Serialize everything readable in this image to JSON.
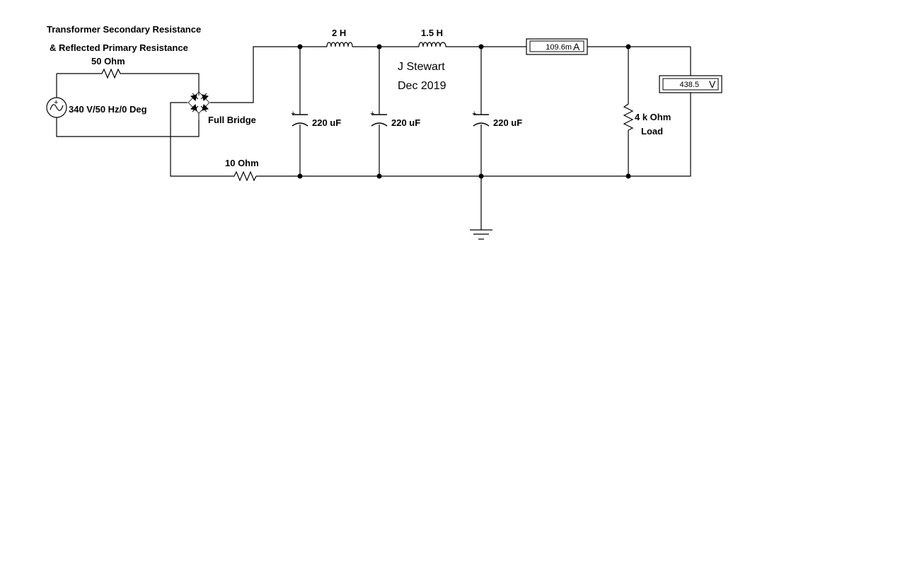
{
  "labels": {
    "title_line1": "Transformer Secondary Resistance",
    "title_line2": "& Reflected Primary Resistance",
    "r_series": "50  Ohm",
    "source": "340 V/50 Hz/0 Deg",
    "bridge": "Full Bridge",
    "r_return": "10  Ohm",
    "inductor1": "2 H",
    "inductor2": "1.5 H",
    "cap1": "220 uF",
    "cap2": "220 uF",
    "cap3": "220 uF",
    "r_load": "4 k Ohm",
    "load": "Load",
    "author": "J Stewart",
    "date": "Dec 2019",
    "cap_polarity": "+",
    "source_plus": "+"
  },
  "ammeter": {
    "value": "109.6m",
    "unit": "A"
  },
  "voltmeter": {
    "value": "438.5",
    "unit": "V"
  }
}
